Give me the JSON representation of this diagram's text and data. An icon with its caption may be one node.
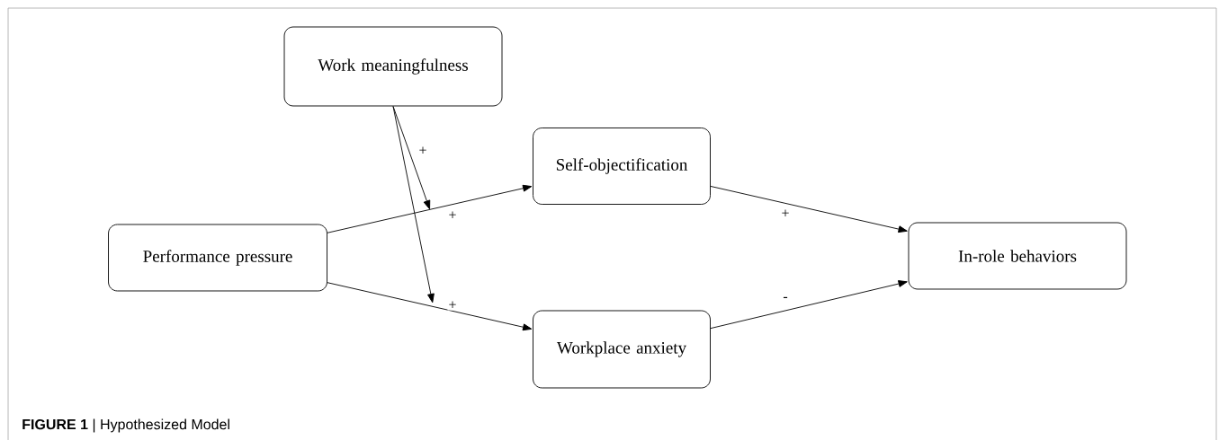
{
  "diagram": {
    "caption": "**FIGURE 1** | Hypothesized Model",
    "nodes": [
      {
        "text": [
          "Work meaningfulness"
        ]
      },
      {
        "text": [
          "Self-objectification"
        ]
      },
      {
        "text": [
          "Performance pressure"
        ]
      },
      {
        "text": [
          "Workplace anxiety"
        ]
      },
      {
        "text": [
          "In-role behaviors"
        ]
      }
    ],
    "edges": [
      {
        "from": 0,
        "to": null,
        "arrow": "to",
        "label": "+"
      },
      {
        "from": 0,
        "to": null,
        "arrow": "to"
      },
      {
        "from": 2,
        "to": 1,
        "arrow": "to",
        "label": "+"
      },
      {
        "from": 2,
        "to": 3,
        "arrow": "to",
        "label": "+"
      },
      {
        "from": 1,
        "to": 4,
        "arrow": "to",
        "label": "+"
      },
      {
        "from": 3,
        "to": 4,
        "arrow": "to",
        "label": "-"
      }
    ]
  }
}
